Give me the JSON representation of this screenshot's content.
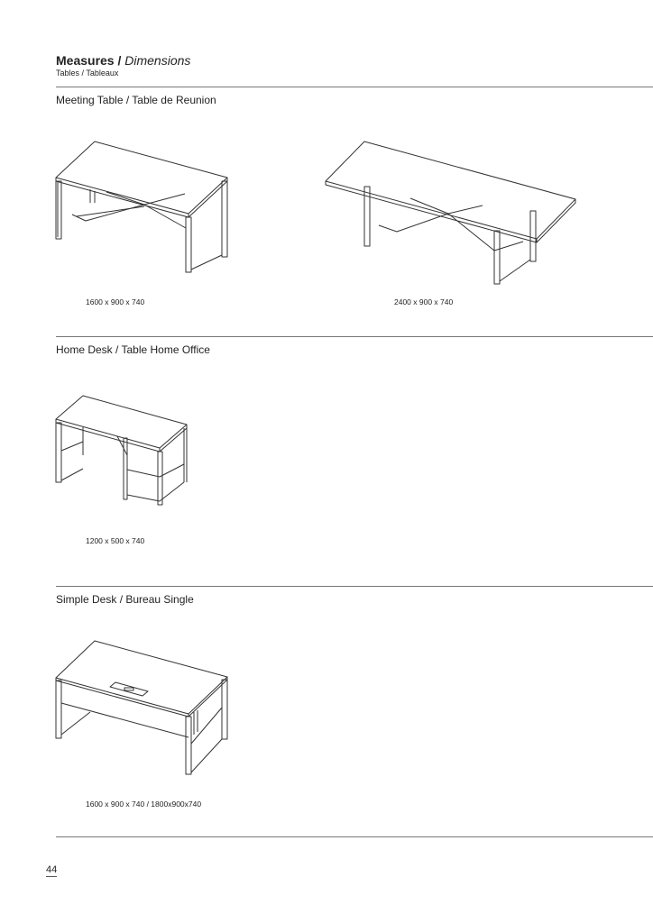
{
  "header": {
    "title_bold": "Measures /",
    "title_italic": "Dimensions",
    "subtitle": "Tables / Tableaux"
  },
  "sections": [
    {
      "title": "Meeting Table / Table de Reunion",
      "items": [
        {
          "dimensions": "1600 x 900 x 740"
        },
        {
          "dimensions": "2400 x 900 x 740"
        }
      ]
    },
    {
      "title": "Home Desk / Table Home Office",
      "items": [
        {
          "dimensions": "1200 x 500 x 740"
        }
      ]
    },
    {
      "title": "Simple Desk / Bureau Single",
      "items": [
        {
          "dimensions": "1600 x 900 x 740 / 1800x900x740"
        }
      ]
    }
  ],
  "page_number": "44"
}
